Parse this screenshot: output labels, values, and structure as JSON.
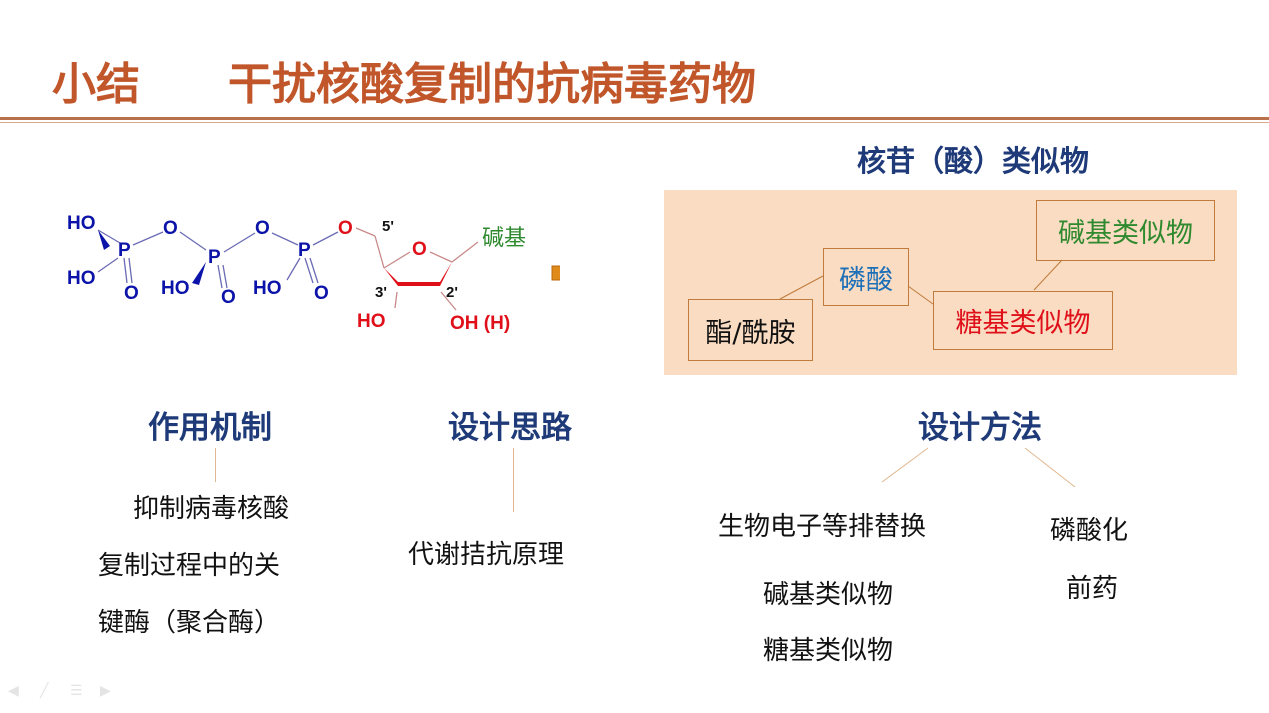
{
  "header": {
    "label": "小结",
    "title": "干扰核酸复制的抗病毒药物"
  },
  "structure": {
    "atoms": {
      "ho1": "HO",
      "ho2": "HO",
      "p1": "P",
      "o1": "O",
      "obr1": "O",
      "p2": "P",
      "ho3": "HO",
      "o2": "O",
      "obr2": "O",
      "p3": "P",
      "ho4": "HO",
      "o3": "O",
      "o5": "O",
      "ringO": "O",
      "pos5": "5'",
      "pos3": "3'",
      "pos2": "2'",
      "ho3p": "HO",
      "oh2p": "OH (H)"
    },
    "base_label": "碱基"
  },
  "panel": {
    "title": "核苷（酸）类似物",
    "base": "碱基类似物",
    "phosphate": "磷酸",
    "sugar": "糖基类似物",
    "ester": "酯/酰胺"
  },
  "mechanism": {
    "heading": "作用机制",
    "lines": [
      "抑制病毒核酸",
      "复制过程中的关",
      "键酶（聚合酶）"
    ]
  },
  "design_idea": {
    "heading": "设计思路",
    "text": "代谢拮抗原理"
  },
  "design_method": {
    "heading": "设计方法",
    "left": [
      "生物电子等排替换",
      "碱基类似物",
      "糖基类似物"
    ],
    "right": [
      "磷酸化",
      "前药"
    ]
  },
  "colors": {
    "title": "#c0562a",
    "heading": "#1f3a78",
    "blue": "#0b13a8",
    "red": "#e0101a",
    "green": "#2f8a2f"
  }
}
